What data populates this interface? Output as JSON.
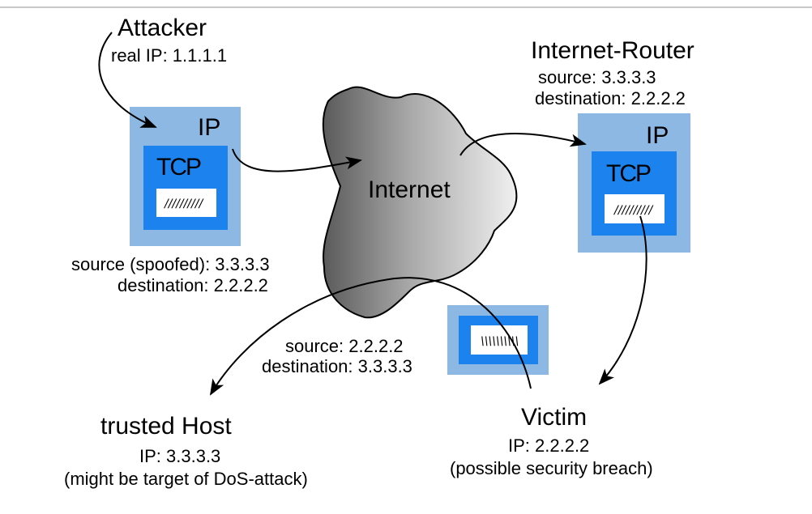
{
  "attacker": {
    "title": "Attacker",
    "real_ip": "real IP: 1.1.1.1"
  },
  "attacker_packet": {
    "ip_label": "IP",
    "tcp_label": "TCP",
    "payload": "//////////",
    "source": "source (spoofed): 3.3.3.3",
    "destination": "destination: 2.2.2.2"
  },
  "internet": {
    "label": "Internet"
  },
  "router": {
    "title": "Internet-Router",
    "source": "source: 3.3.3.3",
    "destination": "destination: 2.2.2.2"
  },
  "router_packet": {
    "ip_label": "IP",
    "tcp_label": "TCP",
    "payload": "//////////"
  },
  "reply_packet": {
    "payload": "\\\\\\\\\\\\\\\\\\\\",
    "source": "source: 2.2.2.2",
    "destination": "destination: 3.3.3.3"
  },
  "trusted_host": {
    "title": "trusted Host",
    "ip": "IP: 3.3.3.3",
    "note": "(might be target of DoS-attack)"
  },
  "victim": {
    "title": "Victim",
    "ip": "IP: 2.2.2.2",
    "note": "(possible security breach)"
  },
  "colors": {
    "ip_layer": "#8db8e3",
    "tcp_layer": "#1c83ee",
    "payload_bg": "#ffffff",
    "cloud_dark": "#5a5a5a",
    "cloud_light": "#f0f0f0",
    "arrow": "#000000"
  }
}
